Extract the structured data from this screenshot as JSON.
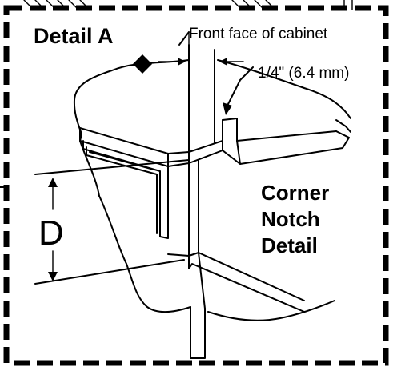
{
  "detail_title": "Detail A",
  "labels": {
    "front_face": "Front face of cabinet",
    "notch_size": "1/4\" (6.4 mm)",
    "dimension": "D",
    "corner_notch_lines": [
      "Corner",
      "Notch",
      "Detail"
    ]
  },
  "colors": {
    "ink": "#000000",
    "paper": "#ffffff"
  },
  "icons": {
    "marker": "diamond-icon"
  }
}
